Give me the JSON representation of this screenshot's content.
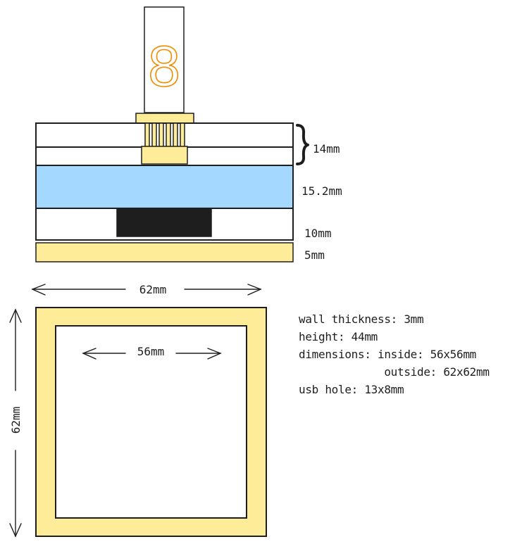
{
  "side_view": {
    "labels": {
      "top_section": "14mm",
      "blue_layer": "15.2mm",
      "bottom_section": "10mm",
      "base": "5mm"
    },
    "digit": "8"
  },
  "top_view": {
    "outer_width": "62mm",
    "outer_height": "62mm",
    "inner_width": "56mm"
  },
  "notes": [
    "wall thickness: 3mm",
    "height: 44mm",
    "dimensions: inside: 56x56mm",
    "             outside: 62x62mm",
    "usb hole: 13x8mm"
  ],
  "colors": {
    "yellow": "#ffec99",
    "blue": "#a5d8ff",
    "black_block": "#1e1e1e",
    "digit_orange": "#f08c00",
    "stroke": "#1e1e1e"
  }
}
